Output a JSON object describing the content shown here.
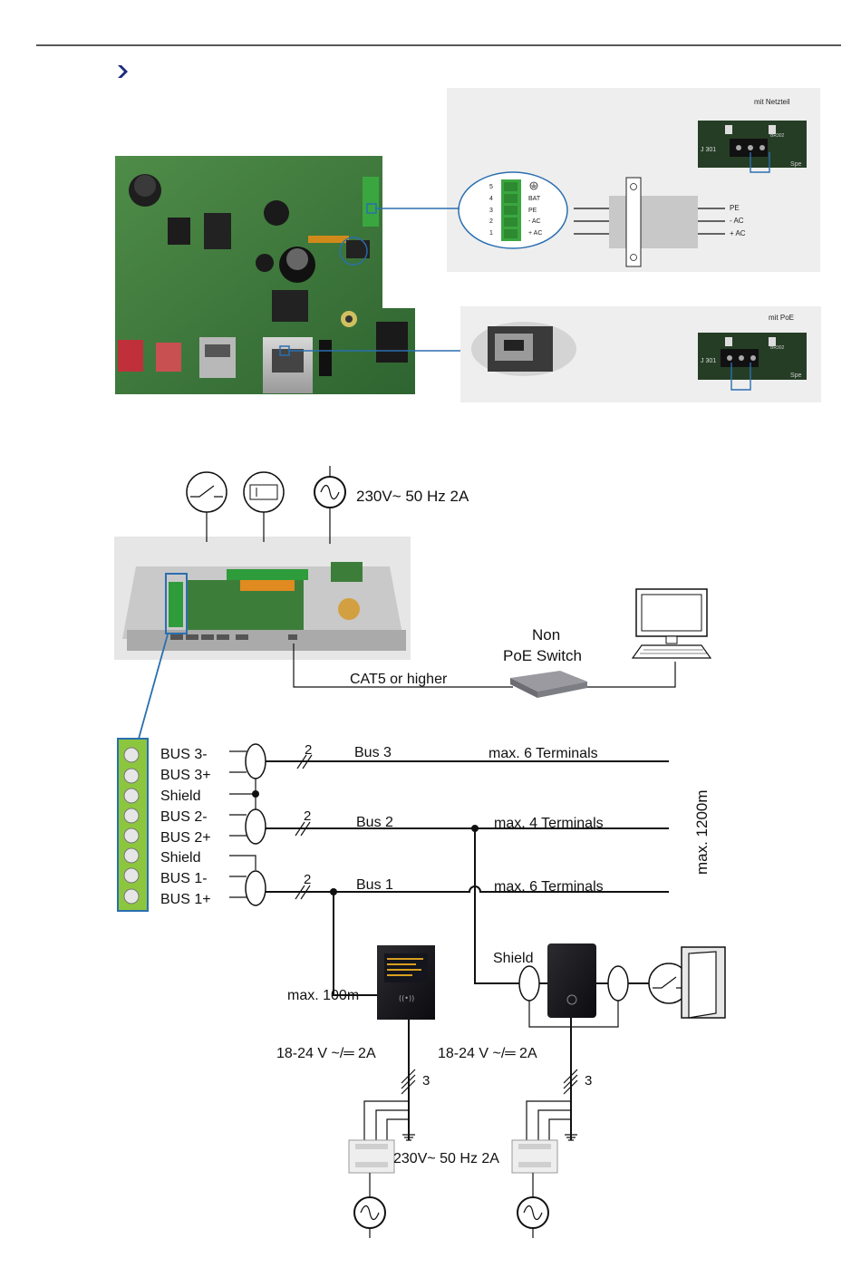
{
  "top": {
    "netzteil_label": "mit Netzteil",
    "poe_label": "mit PoE",
    "jumper_label": "J 301",
    "jumper_ref": "BR302",
    "spe_label": "Spe",
    "pins": [
      {
        "num": "5",
        "name": ""
      },
      {
        "num": "4",
        "name": "BAT"
      },
      {
        "num": "3",
        "name": "PE"
      },
      {
        "num": "2",
        "name": "- AC"
      },
      {
        "num": "1",
        "name": "+ AC"
      }
    ],
    "out_labels": [
      "PE",
      "- AC",
      "+ AC"
    ]
  },
  "diagram": {
    "mains": "230V~ 50 Hz 2A",
    "cat5": "CAT5 or higher",
    "switch_line1": "Non",
    "switch_line2": "PoE Switch",
    "terminals": [
      "BUS 3-",
      "BUS 3+",
      "Shield",
      "BUS 2-",
      "BUS 2+",
      "Shield",
      "BUS 1-",
      "BUS 1+"
    ],
    "wire_count": "2",
    "bus3": "Bus 3",
    "bus2": "Bus 2",
    "bus1": "Bus 1",
    "bus3_max": "max. 6 Terminals",
    "bus2_max": "max. 4 Terminals",
    "bus1_max": "max. 6 Terminals",
    "total_length": "max. 1200m",
    "stub_length": "max. 100m",
    "shield": "Shield",
    "supply_left": "18-24 V ~/═ 2A",
    "supply_right": "18-24 V ~/═ 2A",
    "supply_wires": "3",
    "psu_mains": "230V~ 50 Hz 2A"
  },
  "colors": {
    "pcb_green": "#3c7a3a",
    "connector_green": "#3aa640",
    "terminal_block": "#8cc63f",
    "link_blue": "#2a6fb0",
    "chevron": "#1b2a78"
  }
}
